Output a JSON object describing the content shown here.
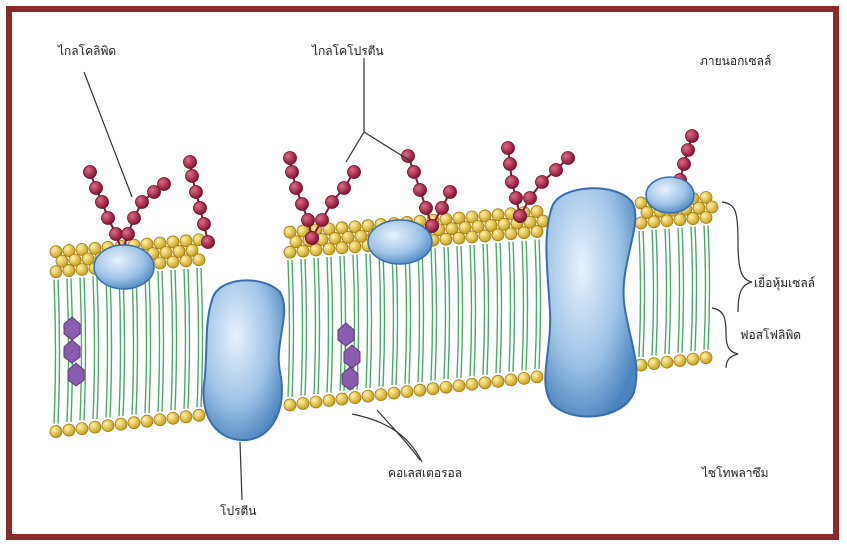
{
  "diagram": {
    "labels": {
      "glycolipid": "ไกลโคลิพิด",
      "glycoprotein": "ไกลโคโปรตีน",
      "outside_cell": "ภายนอกเซลล์",
      "cell_membrane": "เยื่อหุ้มเซลล์",
      "phospholipid": "ฟอสโฟลิพิด",
      "cholesterol": "คอเลสเตอรอล",
      "protein": "โปรตีน",
      "cytoplasm": "ไซโทพลาซึม"
    },
    "colors": {
      "frame": "#8a2a2a",
      "phospholipid_head": "#e8c83a",
      "phospholipid_tail": "#4aa86a",
      "protein": "#9fc3e6",
      "carbohydrate": "#b0244a",
      "cholesterol": "#8a5cb0"
    }
  }
}
